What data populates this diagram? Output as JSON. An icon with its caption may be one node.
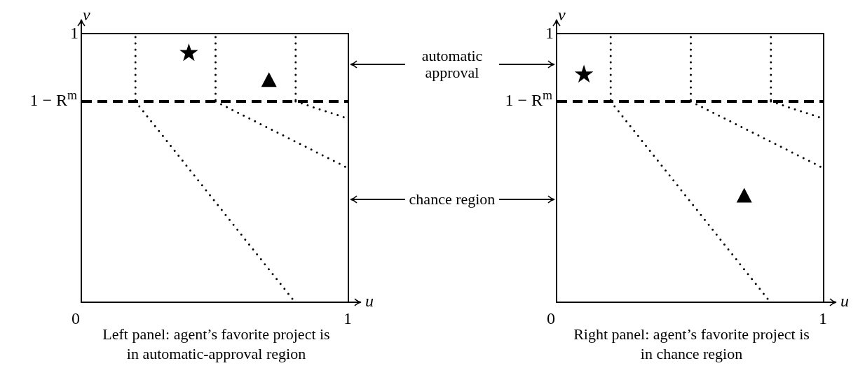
{
  "diagram": {
    "nodes": [
      {
        "text": [],
        "shape": "box",
        "beside": [
          "Left panel: agent’s favorite project is in automatic-approval region"
        ]
      },
      {
        "text": [],
        "shape": "box",
        "beside": [
          "Right panel: agent’s favorite project is in chance region"
        ]
      },
      {
        "text": [
          "automatic approval"
        ]
      },
      {
        "text": [
          "chance region"
        ]
      }
    ],
    "edges": [
      {
        "from": 2,
        "to": 0,
        "arrow": "to"
      },
      {
        "from": 2,
        "to": 1,
        "arrow": "to"
      },
      {
        "from": 3,
        "to": 0,
        "arrow": "to"
      },
      {
        "from": 3,
        "to": 1,
        "arrow": "to"
      }
    ],
    "labels": [
      "v",
      "1",
      "1 − R$^{m}$",
      "0",
      "1",
      "u",
      "v",
      "1",
      "1 − R$^{m}$",
      "0",
      "1",
      "u"
    ]
  }
}
